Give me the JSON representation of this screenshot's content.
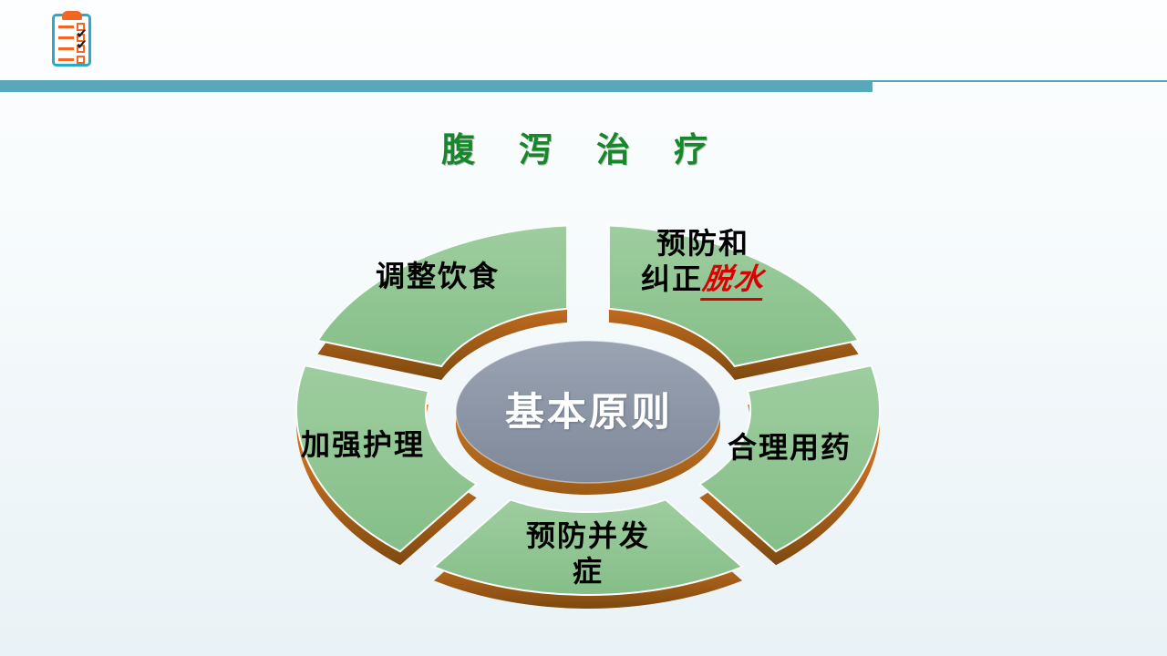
{
  "slide": {
    "title": "腹泻治疗",
    "background_top": "#FDFEFF",
    "background_bottom": "#E9F2F6"
  },
  "header": {
    "bar_color": "#59A7BA",
    "icon": "clipboard-checklist-icon",
    "icon_check": "✔"
  },
  "colors": {
    "title_green": "#17882A",
    "segment_green": "#8FC291",
    "edge_orange": "#D8792A",
    "center_gray": "#8D97A6",
    "highlight_red": "#D80000",
    "label_black": "#000000",
    "center_text_white": "#FFFFFF",
    "icon_teal": "#2AA9CA",
    "icon_orange": "#F26522"
  },
  "diagram": {
    "center": {
      "label": "基本原则"
    },
    "segments": [
      {
        "id": "adjust-diet",
        "position": "top-left",
        "label": "调整饮食"
      },
      {
        "id": "prevent-correct-dehydration",
        "position": "top-right",
        "line1": "预防和",
        "line2_prefix": "纠正",
        "line2_highlight": "脱水"
      },
      {
        "id": "strengthen-nursing",
        "position": "left",
        "label": "加强护理"
      },
      {
        "id": "rational-medication",
        "position": "right",
        "label": "合理用药"
      },
      {
        "id": "prevent-complications",
        "position": "bottom",
        "label": "预防并发症"
      }
    ]
  }
}
